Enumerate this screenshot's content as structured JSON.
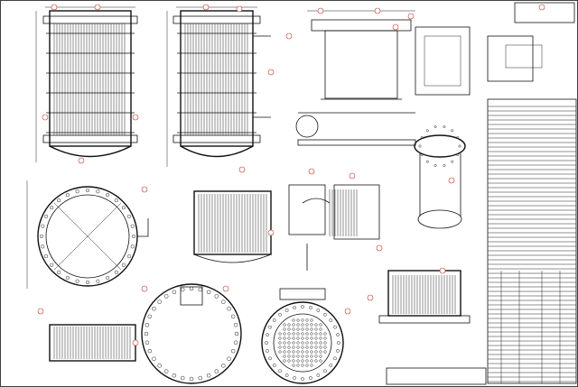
{
  "drawing": {
    "colors": {
      "background": "#ffffff",
      "line": "#111111",
      "balloon": "#c0392b"
    },
    "views": [
      "vessel-elevation-left",
      "vessel-elevation-right",
      "top-flange-view",
      "detail-views",
      "tubesheet-circle-view",
      "bundle-section",
      "nozzle-piping-view",
      "isometric-vessel",
      "bill-of-materials-table",
      "tubesheet-layout-view",
      "bottom-bundle-view",
      "notes-box"
    ]
  }
}
